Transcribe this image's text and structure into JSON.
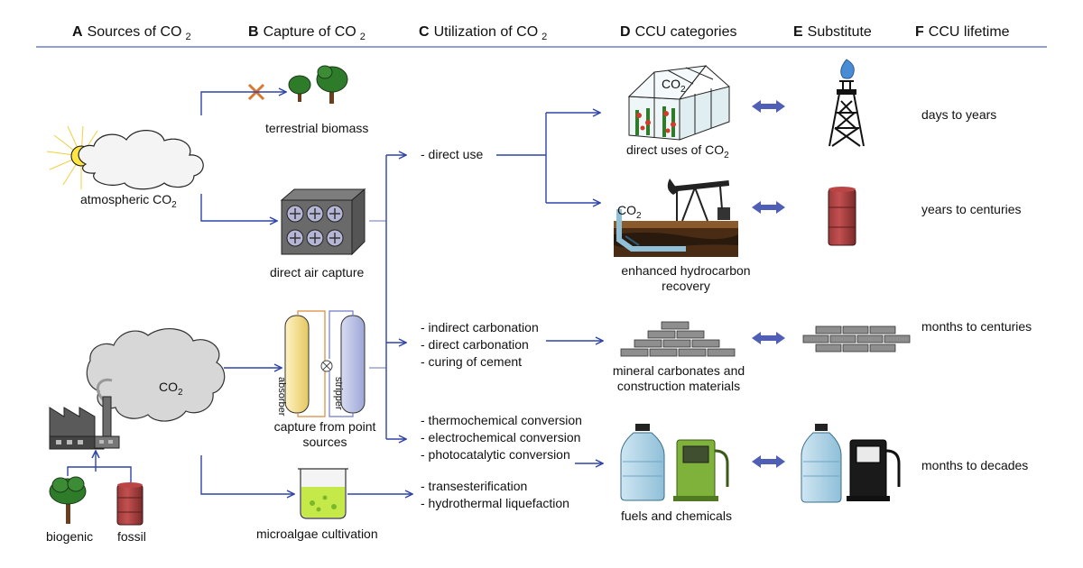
{
  "headers": [
    {
      "letter": "A",
      "text": "Sources of CO",
      "sub": "2"
    },
    {
      "letter": "B",
      "text": "Capture of CO",
      "sub": "2"
    },
    {
      "letter": "C",
      "text": "Utilization of CO",
      "sub": "2"
    },
    {
      "letter": "D",
      "text": "CCU categories",
      "sub": ""
    },
    {
      "letter": "E",
      "text": "Substitute",
      "sub": ""
    },
    {
      "letter": "F",
      "text": "CCU lifetime",
      "sub": ""
    }
  ],
  "sources": {
    "atmospheric": {
      "text": "atmospheric CO",
      "sub": "2"
    },
    "cloud_label": {
      "text": "CO",
      "sub": "2"
    },
    "biogenic": "biogenic",
    "fossil": "fossil"
  },
  "capture": {
    "terrestrial_biomass": "terrestrial biomass",
    "direct_air_capture": "direct air capture",
    "point_sources_line1": "capture from point",
    "point_sources_line2": "sources",
    "absorber": "absorber",
    "stripper": "stripper",
    "microalgae": "microalgae cultivation"
  },
  "utilization": {
    "direct": [
      "- direct use"
    ],
    "carbonation": [
      "- indirect carbonation",
      "- direct carbonation",
      "- curing of cement"
    ],
    "conversion": [
      "- thermochemical conversion",
      "- electrochemical conversion",
      "- photocatalytic conversion"
    ],
    "algae": [
      "- transesterification",
      "- hydrothermal  liquefaction"
    ]
  },
  "categories": {
    "direct_uses": {
      "text": "direct uses of CO",
      "sub": "2"
    },
    "greenhouse_label": {
      "text": "CO",
      "sub": "2"
    },
    "ehr_co2": {
      "text": "CO",
      "sub": "2"
    },
    "ehr_line1": "enhanced hydrocarbon",
    "ehr_line2": "recovery",
    "minerals_line1": "mineral carbonates and",
    "minerals_line2": "construction materials",
    "fuels": "fuels and chemicals"
  },
  "lifetime": [
    "days to years",
    "years to centuries",
    "months to centuries",
    "months to decades"
  ],
  "colors": {
    "arrow": "#2f45a8",
    "bidir": "#4f5fb5",
    "divider": "#6b7fc4"
  }
}
